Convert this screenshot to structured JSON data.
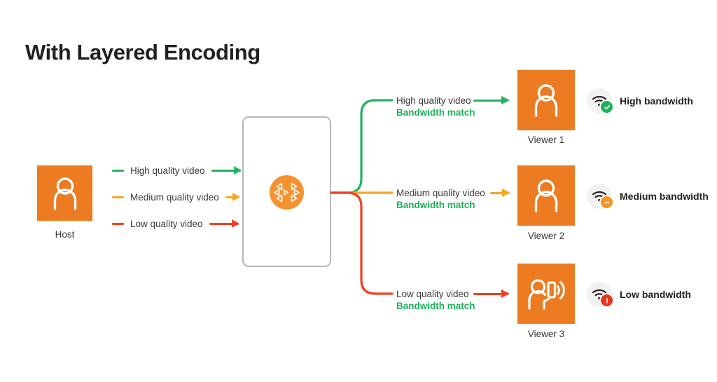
{
  "title": "With Layered Encoding",
  "colors": {
    "orange_tile": "#ec7b21",
    "logo_orange": "#f5912f",
    "green": "#22b55e",
    "amber": "#f7a723",
    "red": "#f04124",
    "match_green": "#1fb25a",
    "box_border": "#b7b7b7",
    "text_dark": "#3a3a3a",
    "badge_gray": "#f1f1f1"
  },
  "host": {
    "caption": "Host",
    "icon": "person-icon"
  },
  "sfu": {
    "name": "sfu-box",
    "logo_icon": "layered-encoding-logo-icon"
  },
  "legend": {
    "items": [
      {
        "label": "High quality video",
        "color": "#22b55e",
        "arrow_width": 42,
        "name": "legend-high-quality"
      },
      {
        "label": "Medium quality video",
        "color": "#f7a723",
        "arrow_width": 20,
        "name": "legend-medium-quality"
      },
      {
        "label": "Low quality video",
        "color": "#f04124",
        "arrow_width": 42,
        "name": "legend-low-quality"
      }
    ]
  },
  "flows": [
    {
      "quality": "High quality video",
      "match": "Bandwidth match",
      "color": "#22b55e",
      "viewer_caption": "Viewer 1",
      "viewer_icon": "person-icon",
      "bandwidth_label": "High bandwidth",
      "bandwidth_badge": "check-icon",
      "bandwidth_badge_color": "#1fb25a"
    },
    {
      "quality": "Medium quality video",
      "match": "Bandwidth match",
      "color": "#f7a723",
      "viewer_caption": "Viewer 2",
      "viewer_icon": "person-icon",
      "bandwidth_label": "Medium bandwidth",
      "bandwidth_badge": "minus-icon",
      "bandwidth_badge_color": "#f7931e"
    },
    {
      "quality": "Low quality video",
      "match": "Bandwidth match",
      "color": "#f04124",
      "viewer_caption": "Viewer 3",
      "viewer_icon": "person-with-phone-signal-icon",
      "bandwidth_label": "Low bandwidth",
      "bandwidth_badge": "exclamation-icon",
      "bandwidth_badge_color": "#f0331a"
    }
  ],
  "icons": {
    "wifi": "wifi-icon"
  }
}
